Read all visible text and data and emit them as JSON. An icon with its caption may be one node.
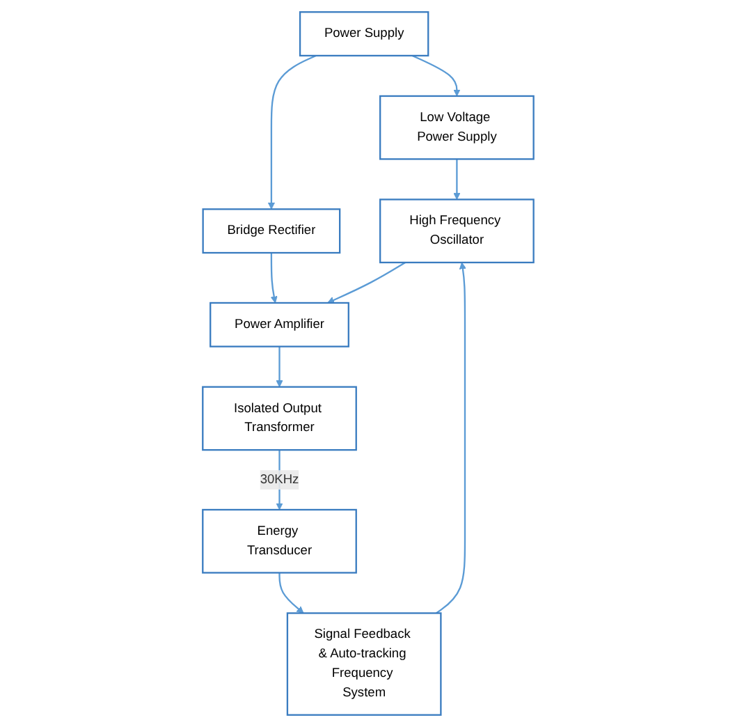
{
  "diagram": {
    "nodes": [
      {
        "text": [
          "Power Supply"
        ]
      },
      {
        "text": [
          "Low Voltage Power Supply"
        ]
      },
      {
        "text": [
          "Bridge Rectifier"
        ]
      },
      {
        "text": [
          "High Frequency Oscillator"
        ]
      },
      {
        "text": [
          "Power Amplifier"
        ]
      },
      {
        "text": [
          "Isolated Output Transformer"
        ]
      },
      {
        "text": [
          "Energy Transducer"
        ]
      },
      {
        "text": [
          "Signal Feedback & Auto-tracking Frequency System"
        ]
      }
    ],
    "edges": [
      {
        "from": 0,
        "to": 1,
        "arrow": "to"
      },
      {
        "from": 0,
        "to": 2,
        "arrow": "to"
      },
      {
        "from": 1,
        "to": 3,
        "arrow": "to"
      },
      {
        "from": 2,
        "to": 4,
        "arrow": "to"
      },
      {
        "from": 3,
        "to": 4,
        "arrow": "to"
      },
      {
        "from": 4,
        "to": 5,
        "arrow": "to"
      },
      {
        "from": 5,
        "to": 6,
        "arrow": "to",
        "label": "30KHz"
      },
      {
        "from": 6,
        "to": 7,
        "arrow": "to"
      },
      {
        "from": 7,
        "to": 3,
        "arrow": "to"
      }
    ]
  }
}
